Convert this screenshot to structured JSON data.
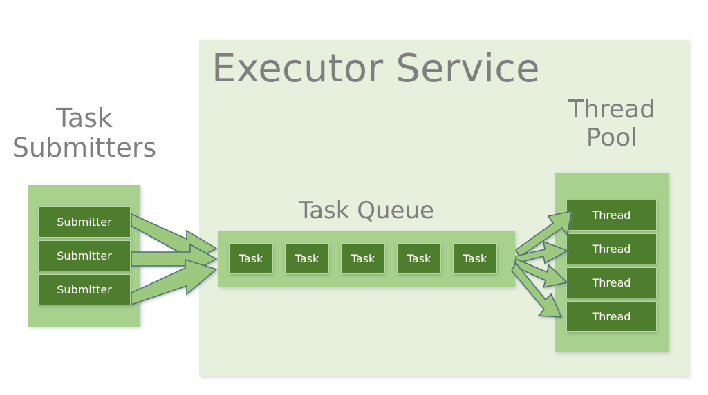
{
  "diagram": {
    "title": "Executor Service",
    "background_color": "#ffffff"
  },
  "colors": {
    "panel_bg": "#e7efdd",
    "group_bg": "#a9d18e",
    "item_bg": "#4e7d2e",
    "item_text": "#ffffff",
    "title_text": "#7f7f7f",
    "arrow_fill": "#9dc97f",
    "arrow_stroke": "#4f6f6e"
  },
  "submitters": {
    "title_line1": "Task",
    "title_line2": "Submitters",
    "items": [
      {
        "label": "Submitter"
      },
      {
        "label": "Submitter"
      },
      {
        "label": "Submitter"
      }
    ]
  },
  "queue": {
    "title": "Task Queue",
    "items": [
      {
        "label": "Task"
      },
      {
        "label": "Task"
      },
      {
        "label": "Task"
      },
      {
        "label": "Task"
      },
      {
        "label": "Task"
      }
    ]
  },
  "thread_pool": {
    "title_line1": "Thread",
    "title_line2": "Pool",
    "items": [
      {
        "label": "Thread"
      },
      {
        "label": "Thread"
      },
      {
        "label": "Thread"
      },
      {
        "label": "Thread"
      }
    ]
  },
  "arrows": {
    "submit_arrow_count": 3,
    "dispatch_arrow_count": 4,
    "submit_description": "Submitters to Task Queue",
    "dispatch_description": "Task Queue to Thread Pool threads"
  }
}
